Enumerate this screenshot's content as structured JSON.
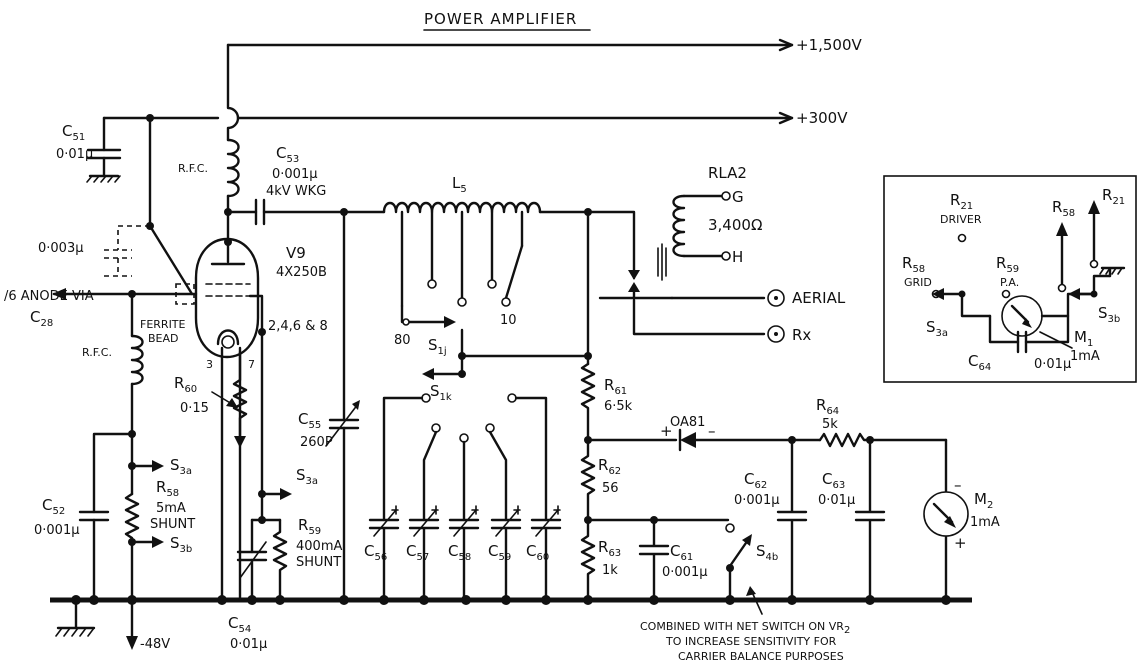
{
  "title": "POWER AMPLIFIER",
  "supplies": {
    "hv": "+1,500V",
    "mv": "+300V",
    "neg": "-48V"
  },
  "valve": {
    "ref": "V9",
    "type": "4X250B",
    "pins_a": "3",
    "pins_b": "7",
    "pins_c": "2,4,6 & 8"
  },
  "components": {
    "c51": {
      "ref": "C",
      "sub": "51",
      "val": "0·01μ"
    },
    "c53": {
      "ref": "C",
      "sub": "53",
      "val": "0·001μ",
      "val2": "4kV WKG"
    },
    "c52": {
      "ref": "C",
      "sub": "52",
      "val": "0·001μ"
    },
    "c003": {
      "val": "0·003μ"
    },
    "c54": {
      "ref": "C",
      "sub": "54",
      "val": "0·01μ"
    },
    "c55": {
      "ref": "C",
      "sub": "55",
      "val": "260P"
    },
    "c61": {
      "ref": "C",
      "sub": "61",
      "val": "0·001μ"
    },
    "c62": {
      "ref": "C",
      "sub": "62",
      "val": "0·001μ"
    },
    "c63": {
      "ref": "C",
      "sub": "63",
      "val": "0·01μ"
    },
    "c64": {
      "ref": "C",
      "sub": "64",
      "val": "0·01μ"
    },
    "trim": [
      {
        "ref": "C",
        "sub": "56"
      },
      {
        "ref": "C",
        "sub": "57"
      },
      {
        "ref": "C",
        "sub": "58"
      },
      {
        "ref": "C",
        "sub": "59"
      },
      {
        "ref": "C",
        "sub": "60"
      }
    ],
    "rfc1": "R.F.C.",
    "rfc2": "R.F.C.",
    "r58": {
      "ref": "R",
      "sub": "58",
      "val": "5mA",
      "val2": "SHUNT"
    },
    "r59": {
      "ref": "R",
      "sub": "59",
      "val": "400mA",
      "val2": "SHUNT"
    },
    "r60": {
      "ref": "R",
      "sub": "60",
      "val": "0·15"
    },
    "r61": {
      "ref": "R",
      "sub": "61",
      "val": "6·5k"
    },
    "r62": {
      "ref": "R",
      "sub": "62",
      "val": "56"
    },
    "r63": {
      "ref": "R",
      "sub": "63",
      "val": "1k"
    },
    "r64": {
      "ref": "R",
      "sub": "64",
      "val": "5k"
    },
    "l5": {
      "ref": "L",
      "sub": "5"
    },
    "rla": {
      "ref": "RLA2",
      "g": "G",
      "h": "H",
      "ohms": "3,400Ω"
    },
    "diode": {
      "ref": "OA81",
      "plus": "+",
      "minus": "–"
    },
    "m2": {
      "ref": "M",
      "sub": "2",
      "val": "1mA",
      "minus": "–",
      "plus": "+"
    },
    "s1j": {
      "ref": "S",
      "sub": "1j",
      "p80": "80",
      "p10": "10"
    },
    "s1k": {
      "ref": "S",
      "sub": "1k"
    },
    "s4b": {
      "ref": "S",
      "sub": "4b"
    }
  },
  "labels": {
    "anode_via_1": "/6 ANODE VIA",
    "anode_via_2": "C",
    "anode_via_2_sub": "28",
    "ferrite_1": "FERRITE",
    "ferrite_2": "BEAD",
    "aerial": "AERIAL",
    "rx": "Rx",
    "s3a": {
      "ref": "S",
      "sub": "3a"
    },
    "s3b": {
      "ref": "S",
      "sub": "3b"
    }
  },
  "note": {
    "line1": "COMBINED WITH NET SWITCH ON VR",
    "line1_sub": "2",
    "line2": "TO INCREASE SENSITIVITY FOR",
    "line3": "CARRIER BALANCE PURPOSES"
  },
  "inset": {
    "r21a": {
      "ref": "R",
      "sub": "21"
    },
    "driver": "DRIVER",
    "r21b": {
      "ref": "R",
      "sub": "21"
    },
    "r58": {
      "ref": "R",
      "sub": "58"
    },
    "grid": "GRID",
    "r58b": {
      "ref": "R",
      "sub": "58"
    },
    "r59": {
      "ref": "R",
      "sub": "59"
    },
    "pa": "P.A.",
    "s3a": {
      "ref": "S",
      "sub": "3a"
    },
    "s3b": {
      "ref": "S",
      "sub": "3b"
    },
    "m1": {
      "ref": "M",
      "sub": "1",
      "val": "1mA"
    },
    "c64": {
      "ref": "C",
      "sub": "64",
      "val": "0·01μ"
    }
  }
}
